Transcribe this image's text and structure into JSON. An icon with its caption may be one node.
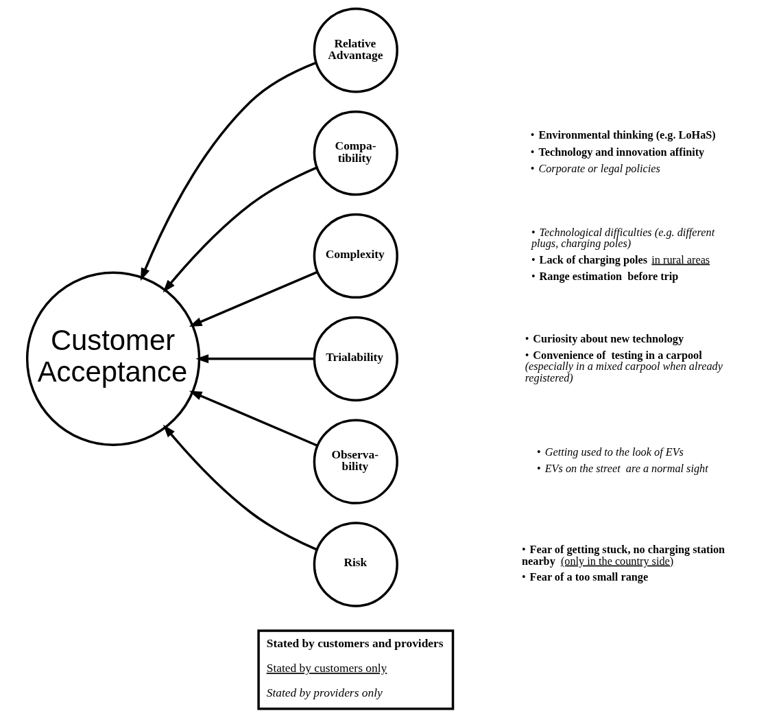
{
  "diagram": {
    "nodes": [
      {
        "text": [
          "Customer Acceptance"
        ]
      },
      {
        "text": [
          "Relative Advantage"
        ]
      },
      {
        "text": [
          "Compa- tibility"
        ],
        "beside": [
          "• **Environmental thinking (e.g. LoHaS)**",
          "• **Technology and innovation affinity**",
          "• *Corporate or legal policies*"
        ]
      },
      {
        "text": [
          "Complexity"
        ],
        "beside": [
          "• *Technological difficulties (e.g. different plugs, charging poles)*",
          "• **Lack of charging poles** in rural areas",
          "• **Range estimation  before trip**"
        ]
      },
      {
        "text": [
          "Trialability"
        ],
        "beside": [
          "• **Curiosity about new technology**",
          "• **Convenience of  testing in a carpool** *(especially in a mixed carpool when already registered)*"
        ]
      },
      {
        "text": [
          "Observa- bility"
        ],
        "beside": [
          "• *Getting used to the look of EVs*",
          "• *EVs on the street  are a normal sight*"
        ]
      },
      {
        "text": [
          "Risk"
        ],
        "beside": [
          "• **Fear of getting stuck, no charging station nearby** (only in the country side)",
          "• **Fear of a too small range**"
        ]
      }
    ],
    "edges": [
      {
        "from": 1,
        "to": 0,
        "arrow": "to"
      },
      {
        "from": 2,
        "to": 0,
        "arrow": "to"
      },
      {
        "from": 3,
        "to": 0,
        "arrow": "to"
      },
      {
        "from": 4,
        "to": 0,
        "arrow": "to"
      },
      {
        "from": 5,
        "to": 0,
        "arrow": "to"
      },
      {
        "from": 6,
        "to": 0,
        "arrow": "to"
      }
    ],
    "legend": [
      {
        "text": "Stated by customers and providers"
      },
      {
        "text": "Stated by customers only"
      },
      {
        "text": "Stated by providers only"
      }
    ]
  }
}
